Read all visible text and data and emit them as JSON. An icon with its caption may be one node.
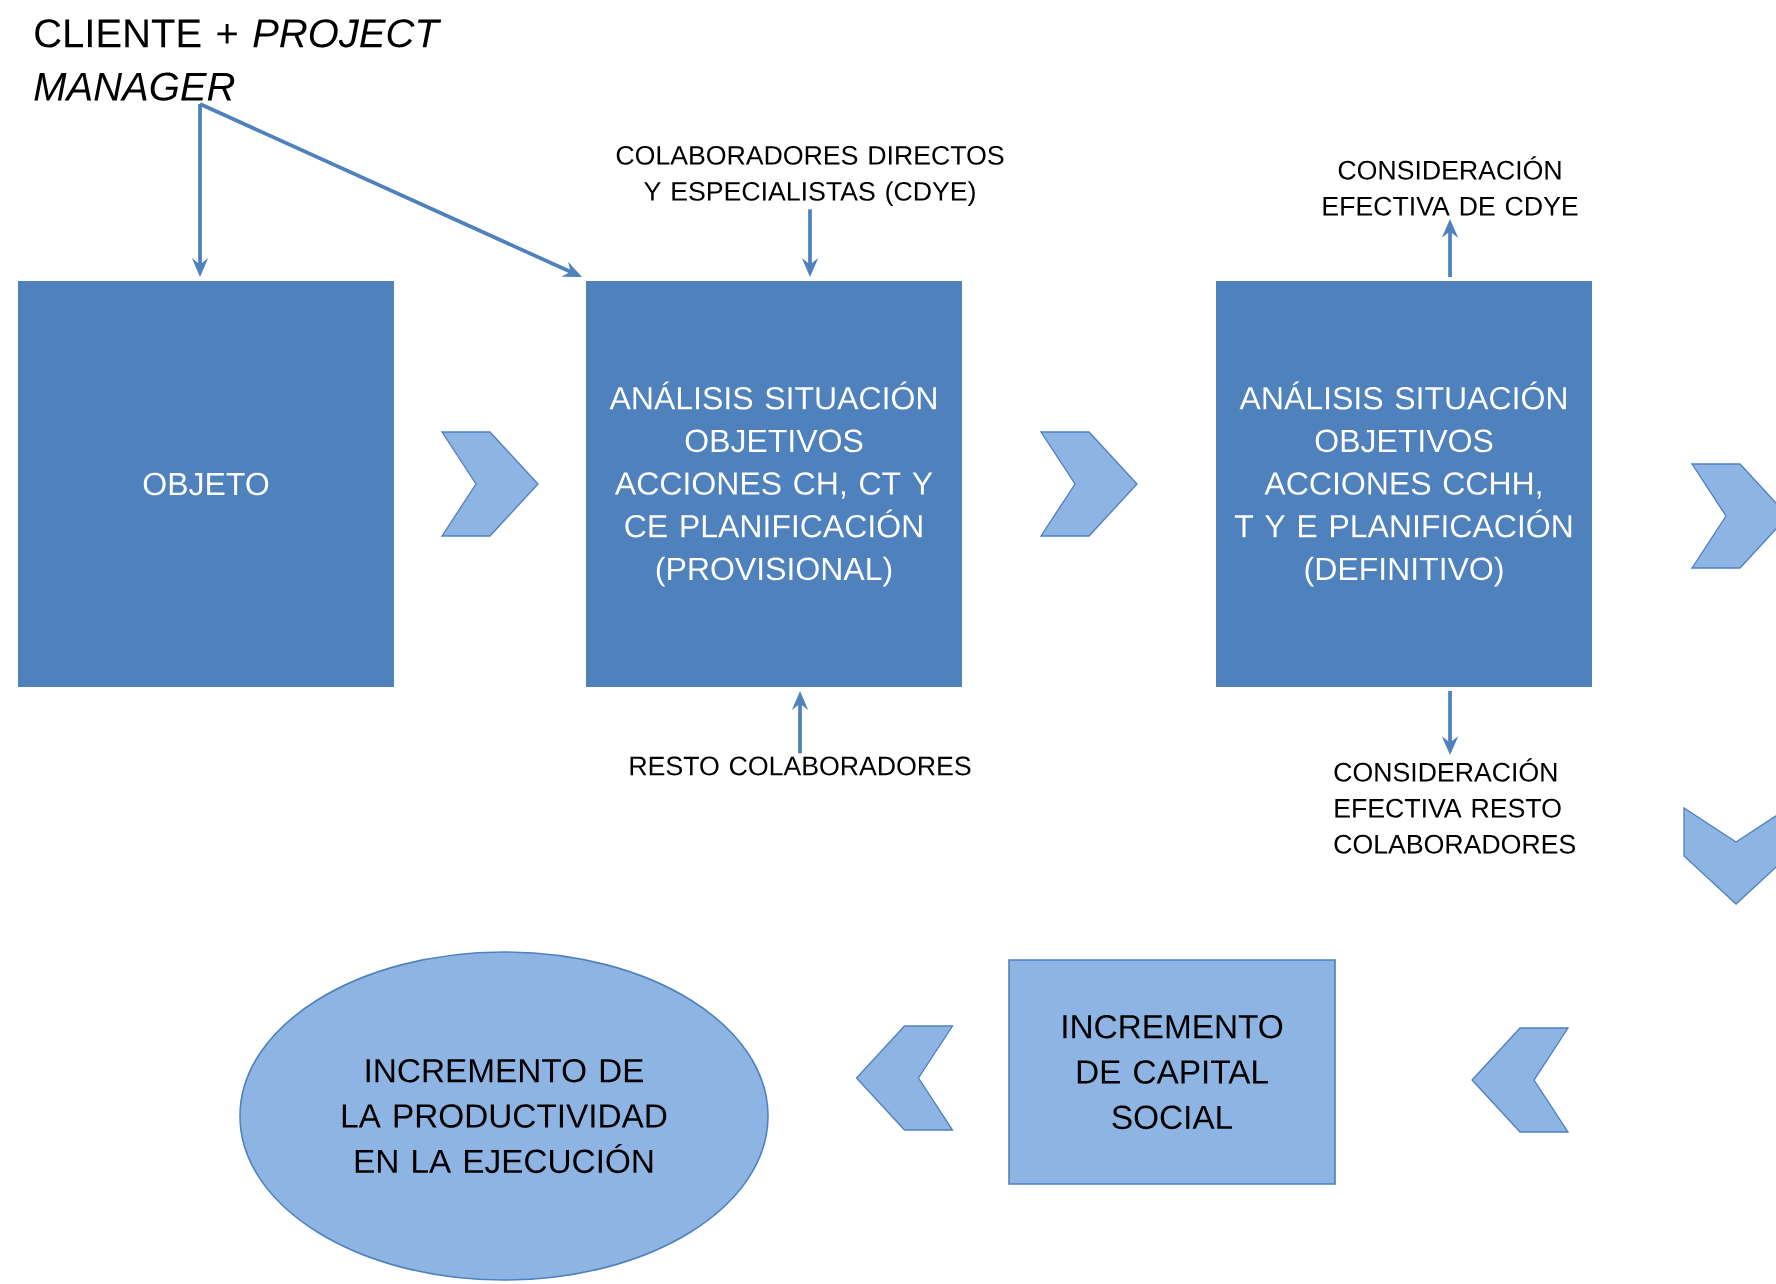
{
  "diagram": {
    "nodes": [
      {
        "text": [
          "CLIENTE + *PROJECT MANAGER*"
        ]
      },
      {
        "text": [
          "OBJETO"
        ]
      },
      {
        "text": [
          "ANÁLISIS SITUACIÓN OBJETIVOS ACCIONES CH, CT Y CE PLANIFICACIÓN (PROVISIONAL)"
        ]
      },
      {
        "text": [
          "ANÁLISIS SITUACIÓN OBJETIVOS ACCIONES CCHH, T Y E PLANIFICACIÓN (DEFINITIVO)"
        ]
      },
      {
        "text": [
          "INCREMENTO DE CAPITAL SOCIAL"
        ]
      },
      {
        "text": [
          "INCREMENTO DE LA PRODUCTIVIDAD EN LA EJECUCIÓN"
        ]
      },
      {
        "text": [
          "COLABORADORES DIRECTOS Y ESPECIALISTAS (CDYE)"
        ]
      },
      {
        "text": [
          "RESTO COLABORADORES"
        ]
      },
      {
        "text": [
          "CONSIDERACIÓN EFECTIVA DE CDYE"
        ]
      },
      {
        "text": [
          "CONSIDERACIÓN EFECTIVA RESTO COLABORADORES"
        ]
      }
    ],
    "edges": [
      {
        "from": 0,
        "to": 1,
        "arrow": "to"
      },
      {
        "from": 0,
        "to": 2,
        "arrow": "to"
      },
      {
        "from": 6,
        "to": 2,
        "arrow": "to"
      },
      {
        "from": 7,
        "to": 2,
        "arrow": "to"
      },
      {
        "from": 3,
        "to": 8,
        "arrow": "to"
      },
      {
        "from": 3,
        "to": 9,
        "arrow": "to"
      },
      {
        "from": 1,
        "to": 2,
        "arrow": "to"
      },
      {
        "from": 2,
        "to": 3,
        "arrow": "to"
      },
      {
        "from": 4,
        "to": 5,
        "arrow": "to"
      }
    ]
  }
}
